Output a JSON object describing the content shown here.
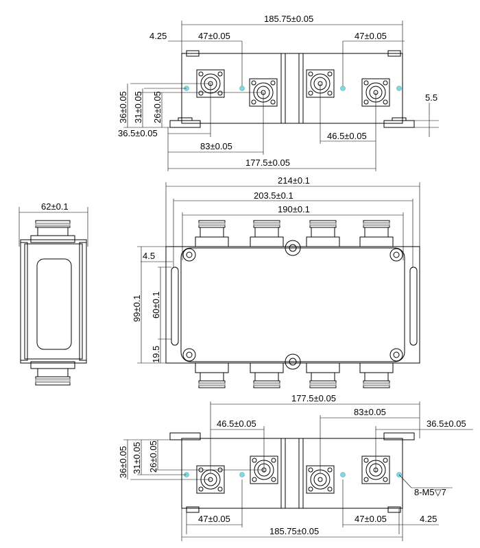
{
  "top_view": {
    "overall_width": "185.75±0.05",
    "left_offset": "4.25",
    "left_pitch": "47±0.05",
    "right_pitch": "47±0.05",
    "height_36": "36±0.05",
    "height_31": "31±0.05",
    "height_26": "26±0.05",
    "left_36_5": "36.5±0.05",
    "center_83": "83±0.05",
    "right_46_5": "46.5±0.05",
    "span_177_5": "177.5±0.05",
    "flange_5_5": "5.5"
  },
  "side_view": {
    "width": "62±0.1"
  },
  "front_view": {
    "total_width": "214±0.1",
    "slot_span": "203.5±0.1",
    "connector_span": "190±0.1",
    "edge_4_5": "4.5",
    "height_99": "99±0.1",
    "slot_60": "60±0.1",
    "offset_19_5": "19.5"
  },
  "bottom_view": {
    "span_177_5": "177.5±0.05",
    "pitch_46_5": "46.5±0.05",
    "center_83": "83±0.05",
    "right_36_5": "36.5±0.05",
    "height_36": "36±0.05",
    "height_31": "31±0.05",
    "height_26": "26±0.05",
    "thread_note": "8-M5",
    "depth_note": "▽7",
    "left_pitch": "47±0.05",
    "right_pitch": "47±0.05",
    "overall_width": "185.75±0.05",
    "right_offset": "4.25"
  }
}
